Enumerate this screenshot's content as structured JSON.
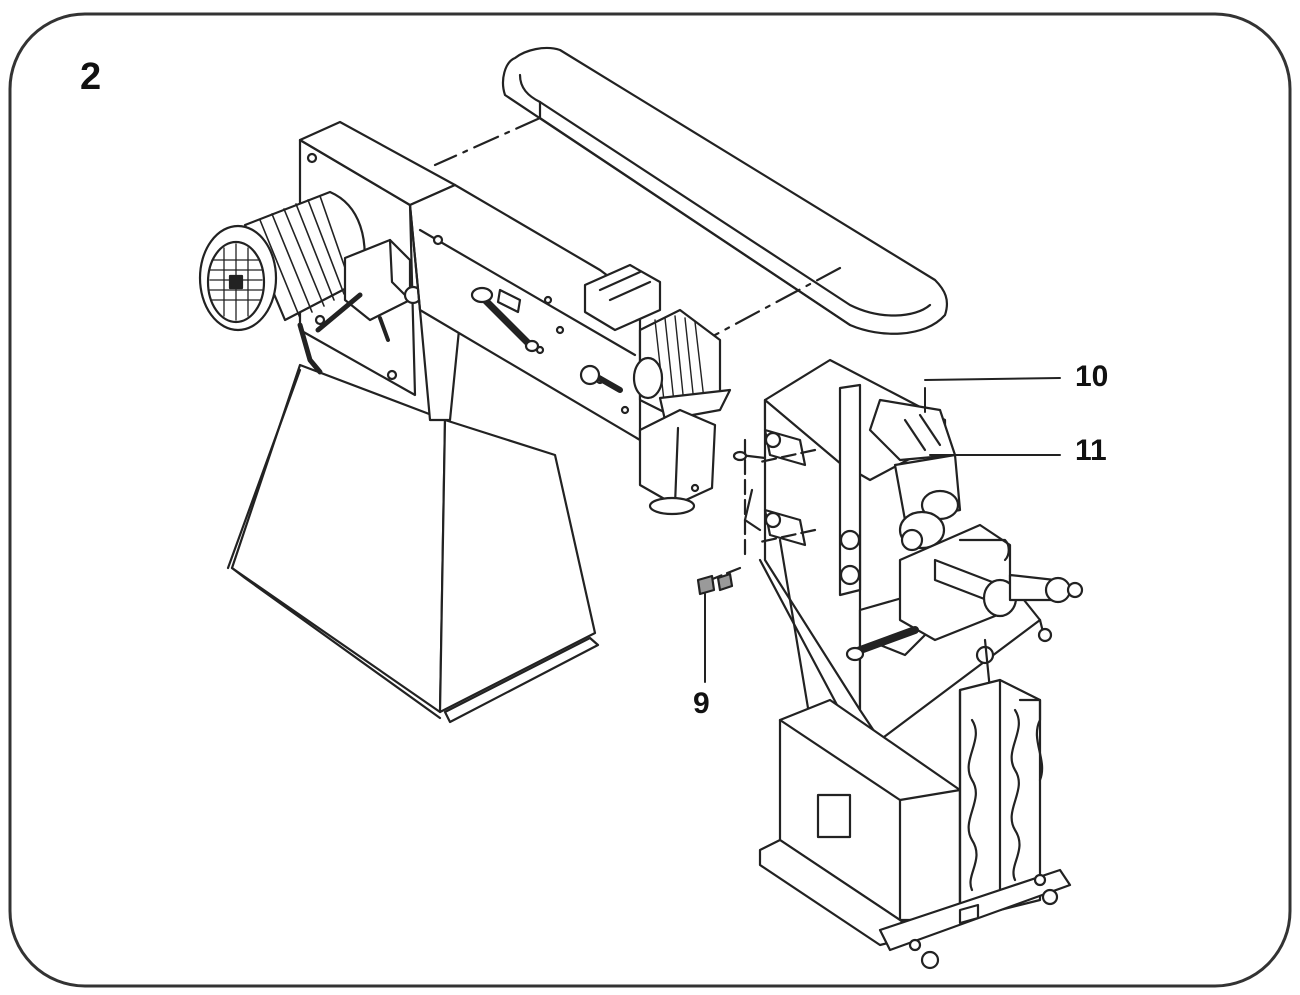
{
  "figure": {
    "number": "2",
    "callouts": [
      {
        "label": "10",
        "target": "upper-belt-guard"
      },
      {
        "label": "11",
        "target": "lower-belt-guard"
      },
      {
        "label": "9",
        "target": "fastening-screw"
      }
    ]
  },
  "colors": {
    "line": "#222222",
    "fill": "#ffffff",
    "frame": "#333333",
    "shade": "#9a9a9a"
  }
}
